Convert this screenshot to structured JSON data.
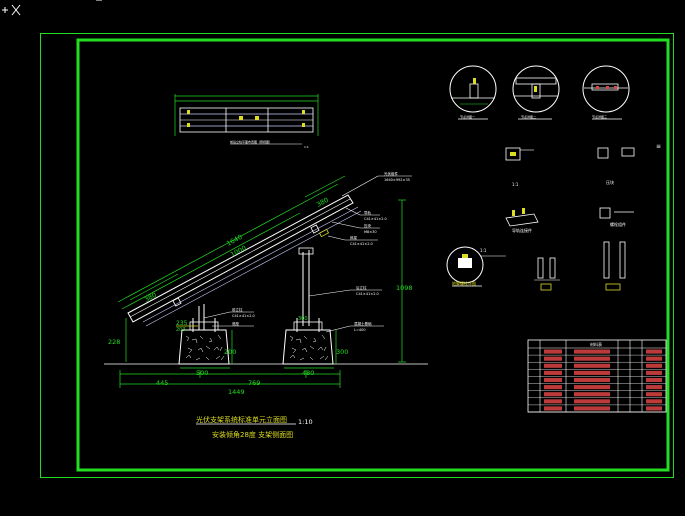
{
  "colors": {
    "background": "#000000",
    "frame": "#22dd22",
    "drawing": "#ffffff",
    "dimension": "#22dd22",
    "accent": "#dddd22",
    "callout": "#dddd22",
    "panel": "#ccccff",
    "table_cell": "#dd4444"
  },
  "plan_view": {
    "caption": "前后立柱平面布置图（俯视图）",
    "scale": "1:1"
  },
  "elevation": {
    "dim_1640": "1640",
    "dim_1000": "1000",
    "dim_380": "380",
    "dim_235": "235",
    "dim_380b": "380",
    "dim_300": "300",
    "dim_203": "203",
    "dim_200": "200",
    "dim_228": "228",
    "dim_300b": "300",
    "dim_1098": "1098",
    "dim_480": "480",
    "dim_500": "500",
    "dim_445": "445",
    "dim_769": "769",
    "dim_1449": "1449",
    "callout_panel": "光伏组件",
    "callout_panel_sub": "1640×992×35",
    "callout_rail": "导轨",
    "callout_rail_sub": "C41×41×2.0",
    "callout_clamp": "压块",
    "callout_clamp_sub": "M8×30",
    "callout_beam": "斜梁",
    "callout_beam_sub": "C41×41×2.0",
    "callout_rear_post": "后立柱",
    "callout_rear_post_sub": "C41×41×2.0",
    "callout_front_post": "前立柱",
    "callout_front_post_sub": "C41×41×2.0",
    "callout_foundation": "混凝土基础",
    "callout_foundation_sub": "L=400",
    "callout_base": "底座",
    "caption_main": "光伏支架系统标准单元立面图",
    "scale_main": "1:10",
    "caption_sub": "安装倾角28度 支架侧面图"
  },
  "details": {
    "circle_1_caption": "节点详图一",
    "circle_2_caption": "节点详图二",
    "circle_3_caption": "节点详图三",
    "part_a_label": "1:1",
    "part_b_label": "压块",
    "part_c_label": "导轨连接件",
    "part_d_label": "螺栓组件",
    "anchor_caption": "地脚螺栓详图",
    "anchor_scale": "1:1",
    "mark_right": "≡"
  },
  "table": {
    "header": "材料表",
    "rows": 9
  }
}
